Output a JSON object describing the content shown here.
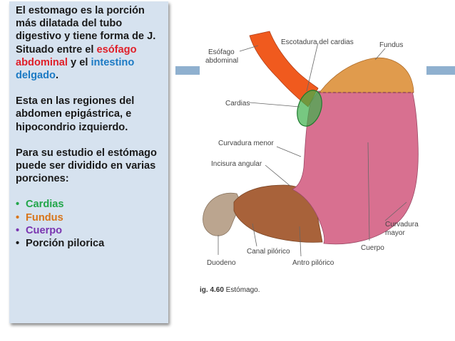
{
  "intro": {
    "line1": "El estomago es la porción más dilatada del tubo digestivo y tiene forma de J.",
    "line2_pre": "Situado entre el ",
    "line2_red": "esófago abdominal",
    "line2_mid": " y el ",
    "line2_blue": "intestino delgado",
    "line2_end": "."
  },
  "regions": "Esta en las regiones del abdomen epigástrica, e hipocondrio izquierdo.",
  "division": "Para su estudio el estómago puede ser dividido en  varias porciones:",
  "portions": [
    {
      "label": "Cardias",
      "color": "#22a64a"
    },
    {
      "label": "Fundus",
      "color": "#d8751a"
    },
    {
      "label": "Cuerpo",
      "color": "#7a35b0"
    },
    {
      "label": "Porción pilorica",
      "color": "#1a1a1a"
    }
  ],
  "figure": {
    "labels": {
      "esofago1": "Esófago",
      "esofago2": "abdominal",
      "escotadura": "Escotadura del cardias",
      "fundus": "Fundus",
      "cardias": "Cardias",
      "curv_menor": "Curvadura menor",
      "incisura": "Incisura angular",
      "curv_mayor1": "Curvadura",
      "curv_mayor2": "mayor",
      "canal": "Canal pilórico",
      "cuerpo": "Cuerpo",
      "duodeno": "Duodeno",
      "antro": "Antro pilórico"
    },
    "caption_num": "ig. 4.60",
    "caption_text": " Estómago.",
    "colors": {
      "esophagus": "#f05a1e",
      "fundus": "#e09b4d",
      "body": "#d87090",
      "cardias": "#3db04b",
      "pylorus": "#a8623a",
      "duodenum": "#bba58f"
    }
  }
}
